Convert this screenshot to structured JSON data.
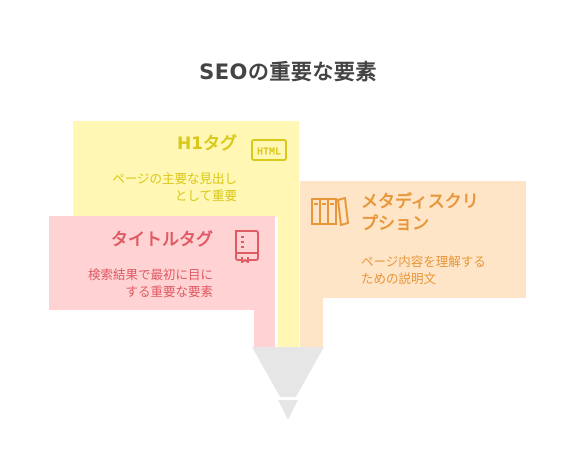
{
  "title": "SEOの重要な要素",
  "items": [
    {
      "id": "h1",
      "title": "H1タグ",
      "desc_line1": "ページの主要な見出し",
      "desc_line2": "として重要",
      "icon": "html-icon",
      "color": "#d9c71a"
    },
    {
      "id": "meta",
      "title_line1": "メタディスクリ",
      "title_line2": "プション",
      "desc_line1": "ページ内容を理解する",
      "desc_line2": "ための説明文",
      "icon": "books-icon",
      "color": "#e8963a"
    },
    {
      "id": "title-tag",
      "title": "タイトルタグ",
      "desc_line1": "検索結果で最初に目に",
      "desc_line2": "する重要な要素",
      "icon": "document-icon",
      "color": "#e05a63"
    }
  ]
}
